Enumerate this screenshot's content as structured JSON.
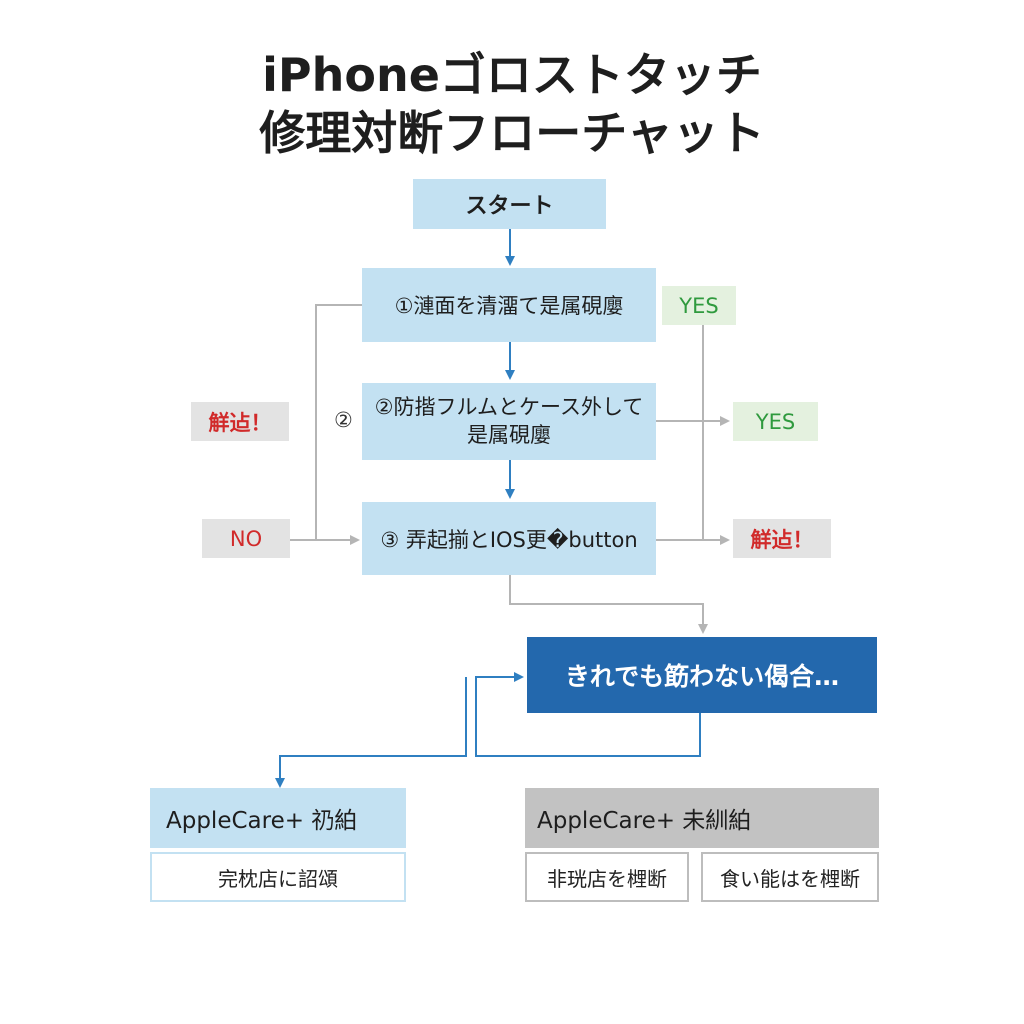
{
  "title": {
    "line1": "iPhoneゴロストタッチ",
    "line2": "修理対断フローチャット"
  },
  "nodes": {
    "start": "スタート",
    "step1": "①漣面を清澑て是属硯廮",
    "step2_line1": "②防揩フルムとケース外して",
    "step2_line2": "是属硯廮",
    "step2_side_num": "②",
    "step3": "③ 弄起揃とIOS更�button",
    "still_not_fixed": "きれでも筯わない偈合…",
    "applecare_yes": "AppleCare+ 礽絈",
    "applecare_yes_action": "完枕店に詔頌",
    "applecare_no": "AppleCare+ 未紃絈",
    "applecare_no_action1": "非珖店を榸断",
    "applecare_no_action2": "食い能はを榸断"
  },
  "tags": {
    "yes_top": "YES",
    "yes_mid": "YES",
    "solved_left": "觧迠！",
    "solved_right": "觧迠！",
    "no_left": "NO"
  },
  "colors": {
    "light_blue": "#c3e1f2",
    "dark_blue": "#2368ad",
    "arrow_blue": "#2f7fc1",
    "connector_gray": "#b5b5b5",
    "yes_green": "#2f9a3e",
    "solved_red": "#d12a2a"
  }
}
